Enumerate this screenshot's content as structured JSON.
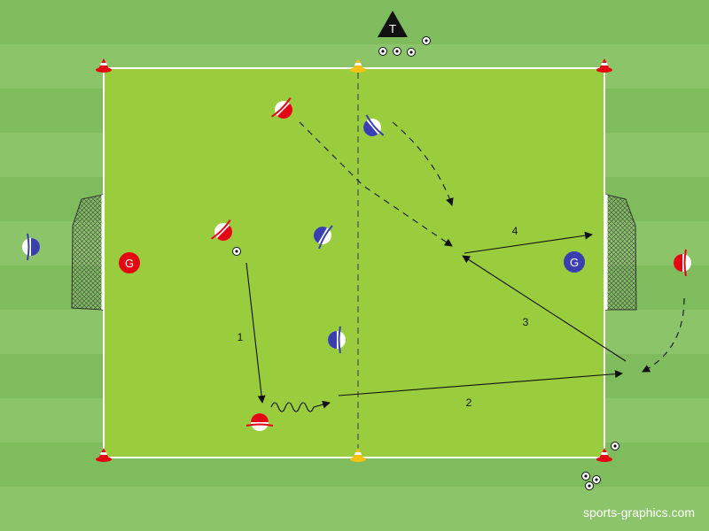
{
  "diagram": {
    "colors": {
      "stripe_light": "#8cc46a",
      "stripe_dark": "#7bb85a",
      "pitch": "#9acd3e",
      "red": "#e30613",
      "blue": "#3a3fb0",
      "cone_yellow": "#f6c20e",
      "line": "#ffffff"
    },
    "coach_label": "T",
    "goalkeeper_label": "G",
    "pass_labels": [
      "1",
      "2",
      "3",
      "4"
    ],
    "watermark": "sports-graphics.com"
  }
}
